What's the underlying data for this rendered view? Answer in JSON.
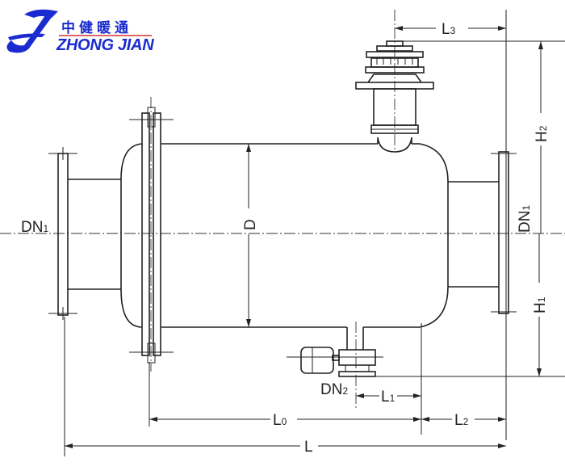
{
  "logo": {
    "chinese": "中健暖通",
    "english": "ZHONG JIAN",
    "color": "#1a2bd0"
  },
  "labels": {
    "dn1_left": "DN",
    "dn1_left_sub": "1",
    "dn1_right": "DN",
    "dn1_right_sub": "1",
    "dn2": "DN",
    "dn2_sub": "2",
    "d": "D",
    "l": "L",
    "l0": "L",
    "l0_sub": "0",
    "l1": "L",
    "l1_sub": "1",
    "l2": "L",
    "l2_sub": "2",
    "l3": "L",
    "l3_sub": "3",
    "h1": "H",
    "h1_sub": "1",
    "h2": "H",
    "h2_sub": "2"
  }
}
